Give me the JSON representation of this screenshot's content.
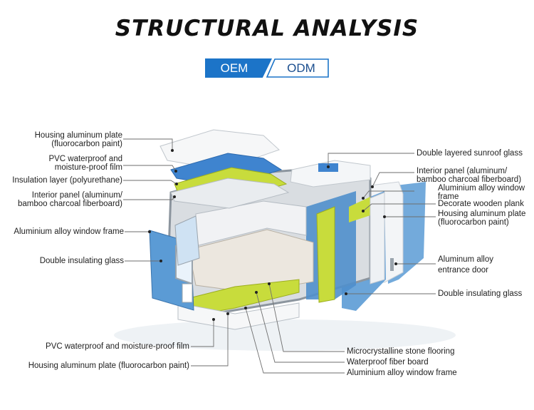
{
  "title": "STRUCTURAL ANALYSIS",
  "tabs": {
    "oem": "OEM",
    "odm": "ODM"
  },
  "colors": {
    "accent": "#1c74c8",
    "glass": "#5b9bd5",
    "insulation": "#c8dc3c",
    "frame": "#9aa4ad"
  },
  "labels": {
    "housing_top": [
      "Housing aluminum plate",
      "(fluorocarbon paint)"
    ],
    "pvc_top": [
      "PVC waterproof and",
      "moisture-proof film"
    ],
    "insulation": "Insulation layer (polyurethane)",
    "interior_left": [
      "Interior panel (aluminum/",
      "bamboo charcoal fiberboard)"
    ],
    "window_frame_left": "Aluminium alloy window frame",
    "glass_left": "Double insulating glass",
    "pvc_bottom": "PVC waterproof and moisture-proof film",
    "housing_bottom": "Housing aluminum plate (fluorocarbon paint)",
    "sunroof": "Double layered sunroof glass",
    "interior_right": [
      "Interior panel (aluminum/",
      "bamboo charcoal fiberboard)"
    ],
    "window_frame_right": [
      "Aluminium alloy window",
      "frame"
    ],
    "wood_plank": "Decorate wooden plank",
    "housing_right": [
      "Housing aluminum plate",
      "(fluorocarbon paint)"
    ],
    "entrance_door": [
      "Aluminum alloy",
      "entrance door"
    ],
    "glass_right": "Double insulating glass",
    "stone_floor": "Microcrystalline stone flooring",
    "fiber_board": "Waterproof fiber board",
    "window_frame_bottom": "Aluminium alloy window frame"
  }
}
